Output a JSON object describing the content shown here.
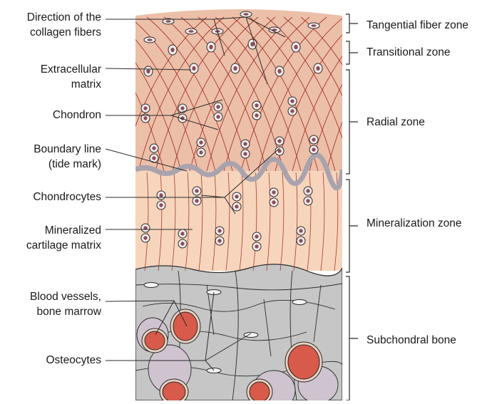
{
  "left_labels": [
    {
      "line1": "Direction of the",
      "line2": "collagen fibers"
    },
    {
      "line1": "Extracellular",
      "line2": "matrix"
    },
    {
      "line1": "Chondron",
      "line2": ""
    },
    {
      "line1": "Boundary line",
      "line2": "(tide mark)"
    },
    {
      "line1": "Chondrocytes",
      "line2": ""
    },
    {
      "line1": "Mineralized",
      "line2": "cartilage matrix"
    },
    {
      "line1": "Blood vessels,",
      "line2": "bone marrow"
    },
    {
      "line1": "Osteocytes",
      "line2": ""
    }
  ],
  "zones": [
    {
      "label": "Tangential fiber zone"
    },
    {
      "label": "Transitional zone"
    },
    {
      "label": "Radial zone"
    },
    {
      "label": "Mineralization zone"
    },
    {
      "label": "Subchondral bone"
    }
  ],
  "colors": {
    "cartilage": "#ecbfa9",
    "mineralized": "#f7d5bd",
    "tide_mark": "#a9a3ad",
    "bone": "#c6c6c6",
    "marrow": "#cfc3cf",
    "vessel": "#d85a4a",
    "fiber": "#a43a2c",
    "cell_fill": "#f6ecec",
    "outline": "#2a2a2a"
  }
}
